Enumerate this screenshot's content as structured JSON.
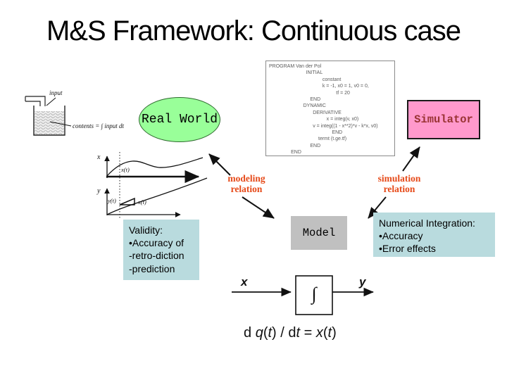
{
  "title": "M&S Framework: Continuous case",
  "program": {
    "code": "PROGRAM Van der Pol\n                           INITIAL\n                                       constant\n                                       k = -1, x0 = 1, v0 = 0,\n                                                 tf = 20\n                              END\n                         DYNAMIC\n                                DERIVATIVE\n                                          x = integ(v, x0)\n                                v = integ((1 - x**2)*v - k*x, v0)\n                                              END\n                                    termt (t.ge.tf)\n                              END\n                END"
  },
  "real_world": {
    "label": "Real World"
  },
  "simulator": {
    "label": "Simulator"
  },
  "model": {
    "label": "Model"
  },
  "relations": {
    "modeling": {
      "line1": "modeling",
      "line2": "relation"
    },
    "simulation": {
      "line1": "simulation",
      "line2": "relation"
    }
  },
  "validity_box": {
    "text": "Validity:\n•Accuracy of\n-retro-diction\n-prediction"
  },
  "numerical_box": {
    "text": "Numerical Integration:\n•Accuracy\n•Error effects"
  },
  "tank": {
    "input_label": "input",
    "contents_label": "contents = ∫ input dt"
  },
  "graphs": {
    "x_axis_label": "x",
    "y_axis_label": "y",
    "x_curve_label": "x(t)",
    "y_curve_label": "y(t)",
    "slope_label": "x(t)"
  },
  "integrator": {
    "input_label": "x",
    "integral_symbol": "∫",
    "output_label": "y"
  },
  "equation": {
    "parts": [
      "d ",
      "q",
      "(",
      "t",
      ") / d",
      "t",
      " = ",
      "x",
      "(",
      "t",
      ")"
    ]
  },
  "colors": {
    "real_world_fill": "#99FF99",
    "simulator_fill": "#FF99CC",
    "simulator_text": "#993333",
    "model_fill": "#C0C0C0",
    "info_box_fill": "#B9DBDE",
    "relation_text": "#E64A19"
  }
}
